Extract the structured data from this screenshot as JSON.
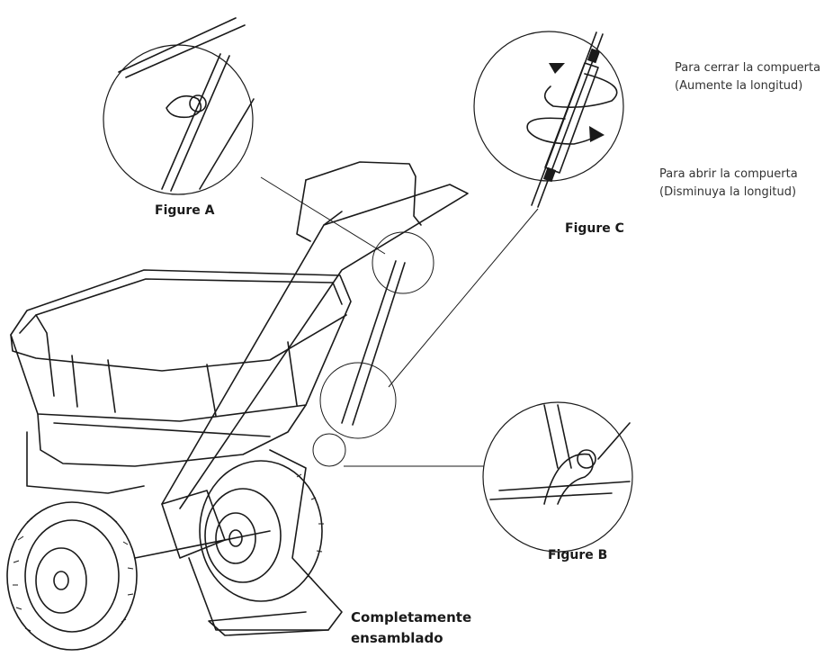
{
  "labels": {
    "figure_a": "Figure A",
    "figure_b": "Figure B",
    "figure_c": "Figure C",
    "close_gate_line1": "Para cerrar la compuerta",
    "close_gate_line2": "(Aumente la longitud)",
    "open_gate_line1": "Para abrir la compuerta",
    "open_gate_line2": "(Disminuya la longitud)",
    "caption_line1": "Completamente",
    "caption_line2": "ensamblado"
  },
  "colors": {
    "line": "#1a1a1a",
    "background": "#ffffff"
  },
  "icons": [
    "clockwise-rotation-arrow-icon",
    "counterclockwise-rotation-arrow-icon"
  ]
}
